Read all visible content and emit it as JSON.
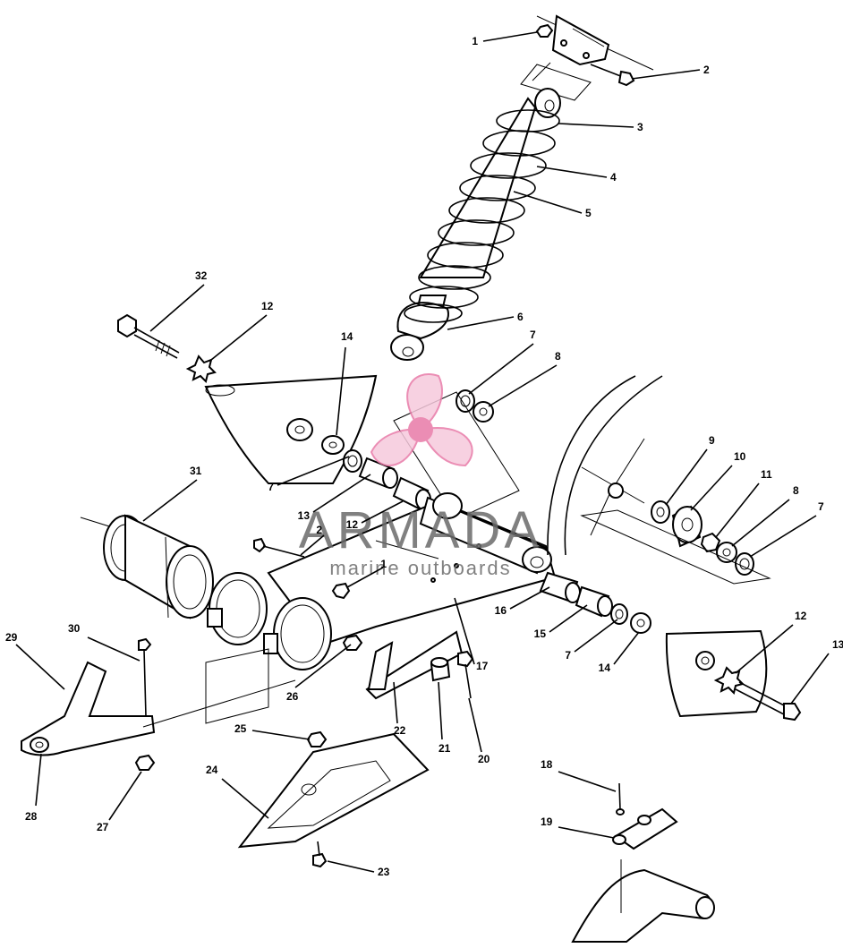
{
  "watermark": {
    "brand": "ARMADA",
    "tagline": "marine outboards",
    "colors": {
      "logo": "#e87aa8",
      "logo_light": "#f6c9dc",
      "text": "#6b6b6b"
    },
    "icon": "propeller-logo-icon"
  },
  "callouts": [
    {
      "id": "c1",
      "label": "1"
    },
    {
      "id": "c2",
      "label": "2"
    },
    {
      "id": "c3",
      "label": "3"
    },
    {
      "id": "c4",
      "label": "4"
    },
    {
      "id": "c5",
      "label": "5"
    },
    {
      "id": "c6",
      "label": "6"
    },
    {
      "id": "c7a",
      "label": "7"
    },
    {
      "id": "c8a",
      "label": "8"
    },
    {
      "id": "c9",
      "label": "9"
    },
    {
      "id": "c10",
      "label": "10"
    },
    {
      "id": "c11",
      "label": "11"
    },
    {
      "id": "c8b",
      "label": "8"
    },
    {
      "id": "c7b",
      "label": "7"
    },
    {
      "id": "c12a",
      "label": "12"
    },
    {
      "id": "c13a",
      "label": "13"
    },
    {
      "id": "c14a",
      "label": "14"
    },
    {
      "id": "c32",
      "label": "32"
    },
    {
      "id": "c12b",
      "label": "12"
    },
    {
      "id": "c14b",
      "label": "14"
    },
    {
      "id": "c7c",
      "label": "7"
    },
    {
      "id": "c13b",
      "label": "13"
    },
    {
      "id": "c12c",
      "label": "12"
    },
    {
      "id": "c2b",
      "label": "2"
    },
    {
      "id": "c1b",
      "label": "1"
    },
    {
      "id": "c31",
      "label": "31"
    },
    {
      "id": "c16",
      "label": "16"
    },
    {
      "id": "c15",
      "label": "15"
    },
    {
      "id": "c7d",
      "label": "7"
    },
    {
      "id": "c17",
      "label": "17"
    },
    {
      "id": "c26",
      "label": "26"
    },
    {
      "id": "c22",
      "label": "22"
    },
    {
      "id": "c21",
      "label": "21"
    },
    {
      "id": "c20",
      "label": "20"
    },
    {
      "id": "c29",
      "label": "29"
    },
    {
      "id": "c30",
      "label": "30"
    },
    {
      "id": "c28",
      "label": "28"
    },
    {
      "id": "c27",
      "label": "27"
    },
    {
      "id": "c25",
      "label": "25"
    },
    {
      "id": "c24",
      "label": "24"
    },
    {
      "id": "c23",
      "label": "23"
    },
    {
      "id": "c18",
      "label": "18"
    },
    {
      "id": "c19",
      "label": "19"
    }
  ]
}
